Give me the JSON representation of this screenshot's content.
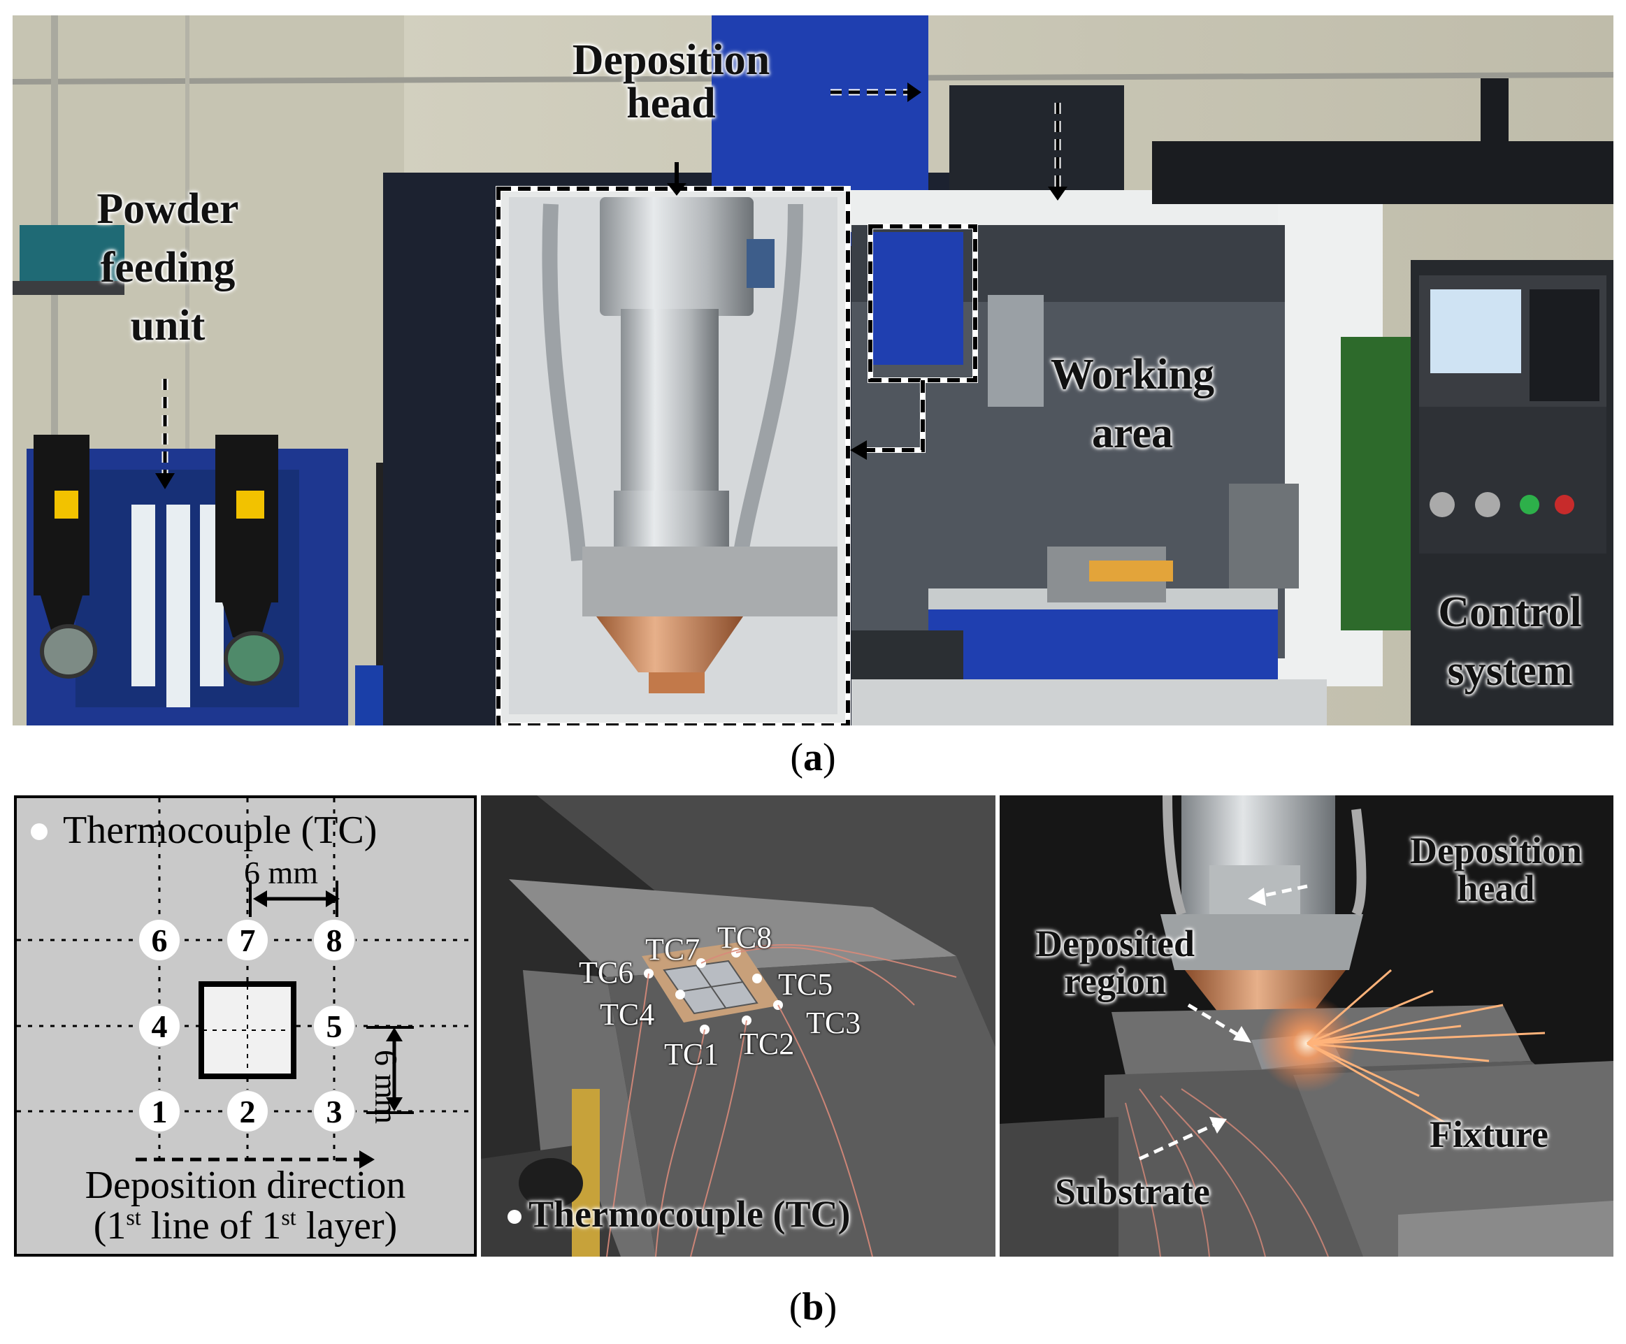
{
  "panel_a": {
    "labels": {
      "deposition_head": "Deposition\nhead",
      "powder_feeding_unit": "Powder\nfeeding\nunit",
      "working_area": "Working\narea",
      "control_system": "Control\nsystem"
    },
    "caption_letter": "a"
  },
  "panel_b": {
    "diagram": {
      "legend": "Thermocouple (TC)",
      "spacing_top": "6 mm",
      "spacing_side": "6 mm",
      "nodes": [
        "1",
        "2",
        "3",
        "4",
        "5",
        "6",
        "7",
        "8"
      ],
      "direction_line1": "Deposition direction",
      "direction_line2_pre": "(1",
      "direction_sup1": "st",
      "direction_line2_mid": " line of 1",
      "direction_sup2": "st",
      "direction_line2_post": " layer)"
    },
    "photo_middle": {
      "legend": "Thermocouple (TC)",
      "tc_labels": [
        "TC1",
        "TC2",
        "TC3",
        "TC4",
        "TC5",
        "TC6",
        "TC7",
        "TC8"
      ]
    },
    "photo_right": {
      "deposition_head": "Deposition\nhead",
      "deposited_region": "Deposited\nregion",
      "fixture": "Fixture",
      "substrate": "Substrate"
    },
    "caption_letter": "b"
  },
  "colors": {
    "machine_blue": "#1f3fb0",
    "dark_machine": "#1c2230",
    "copper_nozzle": "#c98453",
    "diagram_bg": "#c9c9c9"
  }
}
